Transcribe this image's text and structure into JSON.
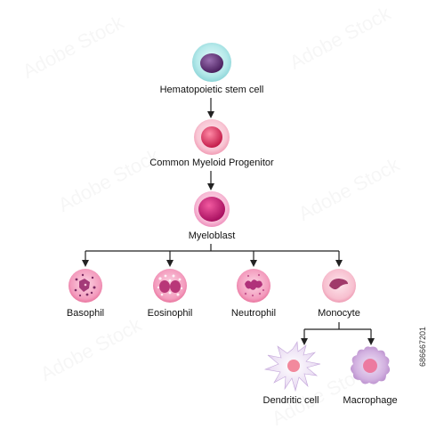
{
  "nodes": {
    "hsc": "Hematopoietic stem cell",
    "cmp": "Common Myeloid Progenitor",
    "myeloblast": "Myeloblast",
    "basophil": "Basophil",
    "eosinophil": "Eosinophil",
    "neutrophil": "Neutrophil",
    "monocyte": "Monocyte",
    "dendritic": "Dendritic cell",
    "macrophage": "Macrophage"
  },
  "stock_id": "686667201",
  "watermark": "Adobe Stock",
  "colors": {
    "hsc_outer": "#8fd6d9",
    "hsc_nucleus": "#5a2d6e",
    "cmp_outer": "#f6b8c8",
    "cmp_nucleus": "#d32a57",
    "myeloblast_outer": "#f4a6c6",
    "myeloblast_nucleus": "#c41b6e",
    "granulocyte": "#f08cb0",
    "monocyte_nucleus": "#a03a6a",
    "dendritic": "#d9c7e8",
    "macrophage": "#c9a3d9",
    "connector": "#222222"
  }
}
